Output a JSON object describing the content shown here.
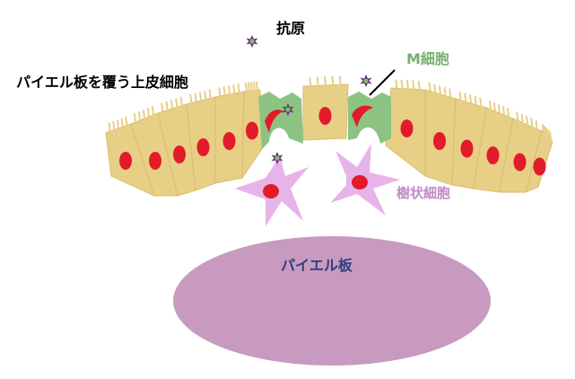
{
  "labels": {
    "antigen": "抗原",
    "epithelium": "パイエル板を覆う上皮細胞",
    "m_cell": "M細胞",
    "dendritic": "樹状細胞",
    "peyer": "パイエル板"
  },
  "colors": {
    "epithelium_fill": "#e8cf86",
    "nucleus": "#e21b2b",
    "m_cell_fill": "#8cc383",
    "m_cell_label": "#76b06e",
    "dendritic_fill": "#e7b4e9",
    "dendritic_label": "#c189c6",
    "peyer_fill": "#c89abf",
    "peyer_label": "#2f3f80",
    "antigen_outer": "#6b2a86",
    "antigen_inner": "#7ec44a"
  },
  "icons": {
    "antigen": "antigen-particle-icon"
  }
}
